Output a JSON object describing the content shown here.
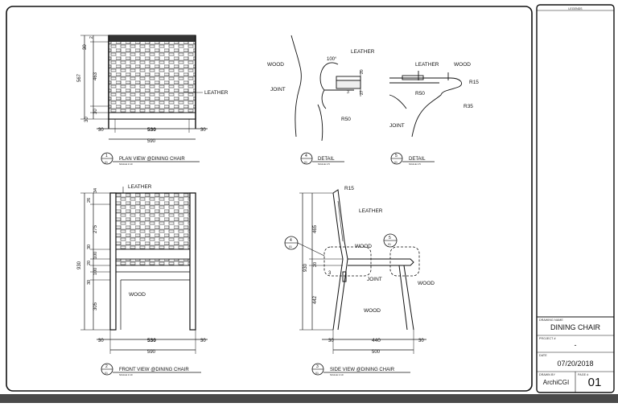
{
  "legend": {
    "heading": "LEGENDS"
  },
  "title_block": {
    "drawing_name_label": "DRAWING NAME",
    "drawing_name": "DINING CHAIR",
    "project_label": "PROJECT #",
    "project_value": "-",
    "date_label": "DATE",
    "date_value": "07/20/2018",
    "drawn_by_label": "DRAWN BY",
    "drawn_by_value": "ArchiCGI",
    "page_label": "PAGE #",
    "page_value": "01"
  },
  "plan_view": {
    "title": "PLAN VIEW @DINING CHAIR",
    "scale": "SCALE 1:10",
    "number": "1",
    "sheet": "01",
    "dims_left": [
      "30",
      "463",
      "30",
      "30",
      "567"
    ],
    "dim_top_small": "2",
    "dims_bottom": [
      "30",
      "530",
      "30",
      "590"
    ],
    "label_leather": "LEATHER"
  },
  "detail_4": {
    "title": "DETAIL",
    "scale": "SCALE 1:5",
    "number": "4",
    "sheet": "01",
    "labels": [
      "WOOD",
      "100°",
      "LEATHER",
      "JOINT",
      "R50",
      "20",
      "3",
      "27"
    ]
  },
  "detail_5": {
    "title": "DETAIL",
    "scale": "SCALE 1:5",
    "number": "5",
    "sheet": "01",
    "labels": [
      "LEATHER",
      "WOOD",
      "R15",
      "R50",
      "R35",
      "JOINT"
    ]
  },
  "front_view": {
    "title": "FRONT VIEW @DINING CHAIR",
    "scale": "SCALE 1:10",
    "number": "2",
    "sheet": "01",
    "dims_left": [
      "26",
      "34",
      "275",
      "30",
      "100",
      "20",
      "100",
      "30",
      "305",
      "930"
    ],
    "dims_bottom": [
      "30",
      "530",
      "30",
      "590"
    ],
    "label_leather": "LEATHER",
    "label_wood": "WOOD"
  },
  "side_view": {
    "title": "SIDE VIEW @DINING CHAIR",
    "scale": "SCALE 1:10",
    "number": "3",
    "sheet": "01",
    "dims_left": [
      "930",
      "465",
      "20",
      "442"
    ],
    "dims_bottom": [
      "30",
      "440",
      "30",
      "500"
    ],
    "labels": [
      "R15",
      "LEATHER",
      "WOOD",
      "JOINT",
      "WOOD",
      "WOOD",
      "3"
    ],
    "callout_4": {
      "number": "4",
      "sheet": "01"
    },
    "callout_5": {
      "number": "5",
      "sheet": "01"
    }
  }
}
